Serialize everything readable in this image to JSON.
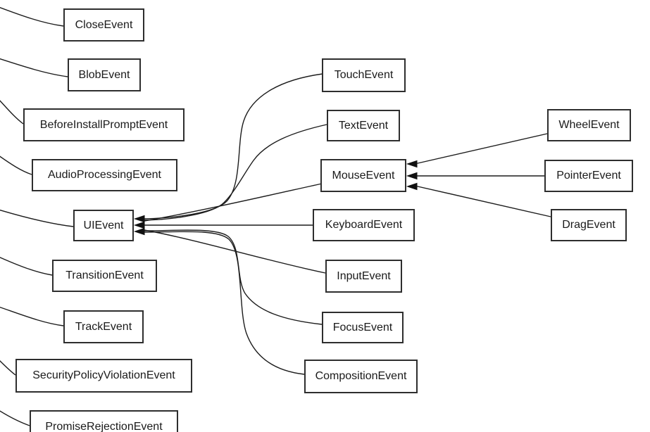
{
  "diagram_type": "class-inheritance-diagram",
  "colors": {
    "background": "#ffffff",
    "node_fill": "#ffffff",
    "node_border": "#2e2e2e",
    "edge": "#1c1c1c",
    "arrowhead": "#111111",
    "text": "#1a1a1a"
  },
  "nodes": [
    {
      "id": "CloseEvent",
      "label": "CloseEvent"
    },
    {
      "id": "BlobEvent",
      "label": "BlobEvent"
    },
    {
      "id": "BeforeInstallPromptEvent",
      "label": "BeforeInstallPromptEvent"
    },
    {
      "id": "AudioProcessingEvent",
      "label": "AudioProcessingEvent"
    },
    {
      "id": "UIEvent",
      "label": "UIEvent"
    },
    {
      "id": "TransitionEvent",
      "label": "TransitionEvent"
    },
    {
      "id": "TrackEvent",
      "label": "TrackEvent"
    },
    {
      "id": "SecurityPolicyViolationEvent",
      "label": "SecurityPolicyViolationEvent"
    },
    {
      "id": "PromiseRejectionEvent",
      "label": "PromiseRejectionEvent"
    },
    {
      "id": "TouchEvent",
      "label": "TouchEvent"
    },
    {
      "id": "TextEvent",
      "label": "TextEvent"
    },
    {
      "id": "MouseEvent",
      "label": "MouseEvent"
    },
    {
      "id": "KeyboardEvent",
      "label": "KeyboardEvent"
    },
    {
      "id": "InputEvent",
      "label": "InputEvent"
    },
    {
      "id": "FocusEvent",
      "label": "FocusEvent"
    },
    {
      "id": "CompositionEvent",
      "label": "CompositionEvent"
    },
    {
      "id": "WheelEvent",
      "label": "WheelEvent"
    },
    {
      "id": "PointerEvent",
      "label": "PointerEvent"
    },
    {
      "id": "DragEvent",
      "label": "DragEvent"
    }
  ],
  "edges": [
    {
      "from": "TouchEvent",
      "to": "UIEvent",
      "arrowhead": true
    },
    {
      "from": "TextEvent",
      "to": "UIEvent",
      "arrowhead": true
    },
    {
      "from": "MouseEvent",
      "to": "UIEvent",
      "arrowhead": true
    },
    {
      "from": "KeyboardEvent",
      "to": "UIEvent",
      "arrowhead": true
    },
    {
      "from": "InputEvent",
      "to": "UIEvent",
      "arrowhead": true
    },
    {
      "from": "FocusEvent",
      "to": "UIEvent",
      "arrowhead": true
    },
    {
      "from": "CompositionEvent",
      "to": "UIEvent",
      "arrowhead": true
    },
    {
      "from": "WheelEvent",
      "to": "MouseEvent",
      "arrowhead": true
    },
    {
      "from": "PointerEvent",
      "to": "MouseEvent",
      "arrowhead": true
    },
    {
      "from": "DragEvent",
      "to": "MouseEvent",
      "arrowhead": true
    },
    {
      "from": "CloseEvent",
      "to": "offscreen-left",
      "arrowhead": false
    },
    {
      "from": "BlobEvent",
      "to": "offscreen-left",
      "arrowhead": false
    },
    {
      "from": "BeforeInstallPromptEvent",
      "to": "offscreen-left",
      "arrowhead": false
    },
    {
      "from": "AudioProcessingEvent",
      "to": "offscreen-left",
      "arrowhead": false
    },
    {
      "from": "UIEvent",
      "to": "offscreen-left",
      "arrowhead": false
    },
    {
      "from": "TransitionEvent",
      "to": "offscreen-left",
      "arrowhead": false
    },
    {
      "from": "TrackEvent",
      "to": "offscreen-left",
      "arrowhead": false
    },
    {
      "from": "SecurityPolicyViolationEvent",
      "to": "offscreen-left",
      "arrowhead": false
    },
    {
      "from": "PromiseRejectionEvent",
      "to": "offscreen-left",
      "arrowhead": false
    }
  ]
}
